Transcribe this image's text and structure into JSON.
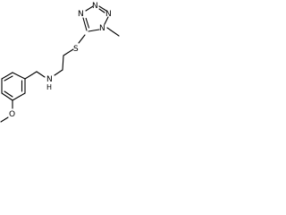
{
  "atoms": {
    "N1": "N",
    "N2": "N",
    "N3": "N",
    "N4": "N",
    "S": "S",
    "NH": "N",
    "H": "H",
    "O": "O"
  }
}
